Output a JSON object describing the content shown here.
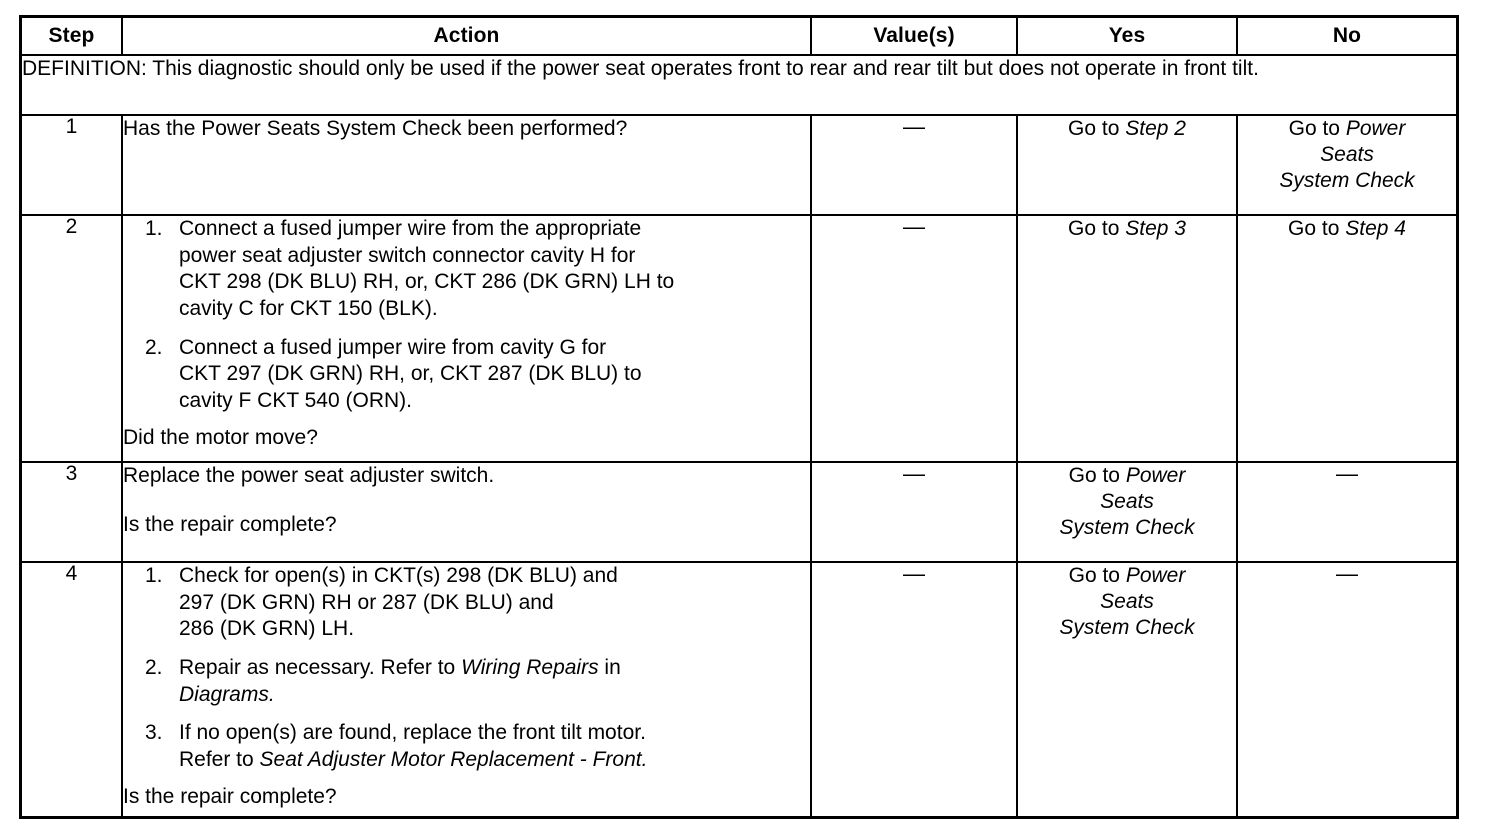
{
  "table": {
    "headers": {
      "step": "Step",
      "action": "Action",
      "values": "Value(s)",
      "yes": "Yes",
      "no": "No"
    },
    "definition": {
      "label": "DEFINITION:",
      "text": "DEFINITION: This diagnostic should only be used if the power seat operates front to rear and rear tilt but does not operate in front tilt."
    },
    "rows": [
      {
        "step": "1",
        "action": {
          "intro": "Has the Power Seats System Check been performed?",
          "substeps": [],
          "question": ""
        },
        "value": "—",
        "yes": {
          "lines": [
            {
              "text": "Go to ",
              "italic": false
            },
            {
              "text": "Step 2",
              "italic": true
            }
          ],
          "layout": "inline-bottom"
        },
        "no": {
          "lines": [
            {
              "text": "Go to ",
              "italic": false
            },
            {
              "text": "Power",
              "italic": true
            },
            {
              "text": "Seats",
              "italic": true
            },
            {
              "text": "System Check",
              "italic": true
            }
          ],
          "layout": "stacked-top"
        }
      },
      {
        "step": "2",
        "action": {
          "intro": "",
          "substeps": [
            {
              "marker": "1.",
              "lines": [
                "Connect a fused jumper wire from the appropriate",
                "power seat adjuster switch connector cavity H for",
                "CKT 298 (DK BLU) RH, or, CKT 286 (DK GRN) LH to",
                "cavity C for CKT 150 (BLK)."
              ]
            },
            {
              "marker": "2.",
              "lines": [
                "Connect a fused jumper wire from cavity G for",
                "CKT 297 (DK GRN) RH, or, CKT 287 (DK BLU) to",
                "cavity F CKT 540 (ORN)."
              ]
            }
          ],
          "question": "Did the motor move?"
        },
        "value": "—",
        "yes": {
          "lines": [
            {
              "text": "Go to ",
              "italic": false
            },
            {
              "text": "Step 3",
              "italic": true
            }
          ],
          "layout": "inline-bottom"
        },
        "no": {
          "lines": [
            {
              "text": "Go to ",
              "italic": false
            },
            {
              "text": "Step 4",
              "italic": true
            }
          ],
          "layout": "inline-bottom"
        }
      },
      {
        "step": "3",
        "action": {
          "intro": "Replace the power seat adjuster switch.",
          "substeps": [],
          "question": "Is the repair complete?"
        },
        "value": "—",
        "yes": {
          "lines": [
            {
              "text": "Go to ",
              "italic": false
            },
            {
              "text": "Power",
              "italic": true
            },
            {
              "text": "Seats",
              "italic": true
            },
            {
              "text": "System Check",
              "italic": true
            }
          ],
          "layout": "stacked-middle"
        },
        "no": {
          "lines": [
            {
              "text": "—",
              "italic": false
            }
          ],
          "layout": "dash-middle"
        }
      },
      {
        "step": "4",
        "action": {
          "intro": "",
          "substeps": [
            {
              "marker": "1.",
              "lines": [
                "Check for open(s) in CKT(s) 298 (DK BLU) and",
                "297 (DK GRN) RH or 287 (DK BLU) and",
                "286 (DK GRN) LH."
              ]
            },
            {
              "marker": "2.",
              "lines": [
                "Repair as necessary. Refer to @Wiring Repairs@ in",
                "@Diagrams.@"
              ]
            },
            {
              "marker": "3.",
              "lines": [
                "If no open(s) are found, replace the front tilt motor.",
                "Refer to @Seat Adjuster Motor Replacement - Front.@"
              ]
            }
          ],
          "question": "Is the repair complete?"
        },
        "value": "—",
        "yes": {
          "lines": [
            {
              "text": "Go to ",
              "italic": false
            },
            {
              "text": "Power",
              "italic": true
            },
            {
              "text": "Seats",
              "italic": true
            },
            {
              "text": "System Check",
              "italic": true
            }
          ],
          "layout": "stacked-bottom"
        },
        "no": {
          "lines": [
            {
              "text": "—",
              "italic": false
            }
          ],
          "layout": "dash-middle"
        }
      }
    ]
  }
}
